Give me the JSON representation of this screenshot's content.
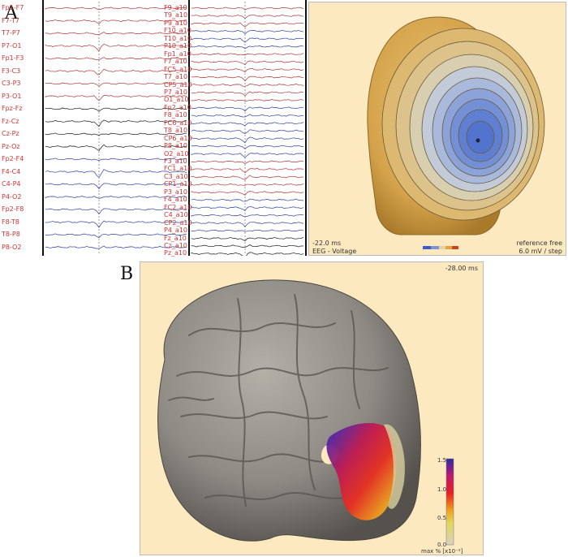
{
  "figure": {
    "panel_a_label": "A",
    "panel_b_label": "B"
  },
  "eeg": {
    "column1_channels": [
      "Fp1-F7",
      "F7-T7",
      "T7-P7",
      "P7-O1",
      "Fp1-F3",
      "F3-C3",
      "C3-P3",
      "P3-O1",
      "Fpz-Fz",
      "Fz-Cz",
      "Cz-Pz",
      "Pz-Oz",
      "Fp2-F4",
      "F4-C4",
      "C4-P4",
      "P4-O2",
      "Fp2-F8",
      "F8-T8",
      "T8-P8",
      "P8-O2"
    ],
    "column1_colors": [
      "red",
      "red",
      "red",
      "red",
      "red",
      "red",
      "red",
      "red",
      "dark",
      "dark",
      "dark",
      "dark",
      "blue",
      "blue",
      "blue",
      "blue",
      "blue",
      "blue",
      "blue",
      "blue"
    ],
    "column2_channels": [
      "F9_a10",
      "T9_a10",
      "P9_a10",
      "F10_a10",
      "T10_a10",
      "P10_a10",
      "Fp1_a10",
      "F7_a10",
      "FC5_a10",
      "T7_a10",
      "CP5_a10",
      "P7_a10",
      "O1_a10",
      "Fp2_a10",
      "F8_a10",
      "FC6_a10",
      "T8_a10",
      "CP6_a10",
      "P8_a10",
      "O2_a10",
      "F3_a10",
      "FC1_a10",
      "C3_a10",
      "CP1_a10",
      "P3_a10",
      "F4_a10",
      "FC2_a10",
      "C4_a10",
      "CP2_a10",
      "P4_a10",
      "Fz_a10",
      "Cz_a10",
      "Pz_a10"
    ],
    "column2_colors": [
      "red",
      "red",
      "red",
      "blue",
      "blue",
      "blue",
      "red",
      "red",
      "red",
      "red",
      "red",
      "red",
      "red",
      "blue",
      "blue",
      "blue",
      "blue",
      "blue",
      "blue",
      "blue",
      "red",
      "red",
      "red",
      "red",
      "red",
      "blue",
      "blue",
      "blue",
      "blue",
      "blue",
      "dark",
      "dark",
      "dark"
    ],
    "trace_colors": {
      "red": "#b84c4c",
      "blue": "#4455aa",
      "dark": "#333333"
    },
    "label_color": "#cc3333"
  },
  "topomap": {
    "time_label": "-22.0 ms",
    "modality_label": "EEG - Voltage",
    "reference_label": "reference free",
    "step_label": "6.0 mV / step",
    "background": "#fde9c0",
    "colors": {
      "head": "#d9a84a",
      "contour_low": "#4a6fd0",
      "contour_mid": "#b8c8e0"
    }
  },
  "brain": {
    "time_label": "-28.00 ms",
    "colorbar_ticks": [
      "1.5",
      "1.0",
      "0.5",
      "0.0"
    ],
    "colorbar_unit": "max % [x10⁻²]",
    "background": "#fde9c0",
    "cortex_color": "#8a8680"
  }
}
